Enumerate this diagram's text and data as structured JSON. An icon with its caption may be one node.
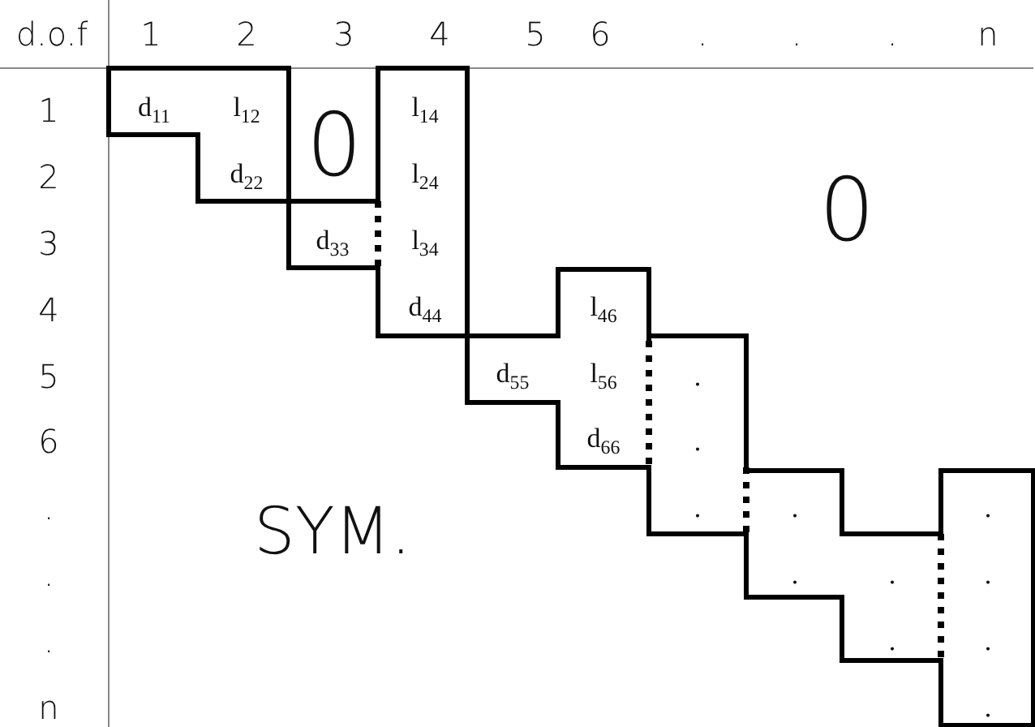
{
  "diagram": {
    "labels": [
      "d.o.f",
      "1",
      "2",
      "3",
      "4",
      "5",
      "6",
      ".",
      ".",
      ".",
      "n",
      "1",
      "d$_{11}$",
      "l$_{12}$",
      "0",
      "l$_{14}$",
      "2",
      "d$_{22}$",
      "l$_{24}$",
      "0",
      "3",
      "d$_{33}$",
      "l$_{34}$",
      "4",
      "d$_{44}$",
      "l$_{46}$",
      "5",
      "d$_{55}$",
      "l$_{56}$",
      ".",
      "6",
      "d$_{66}$",
      ".",
      ".",
      ".",
      ".",
      ".",
      "SYM.",
      ".",
      ".",
      ".",
      ".",
      ".",
      ".",
      ".",
      "n",
      "."
    ]
  }
}
